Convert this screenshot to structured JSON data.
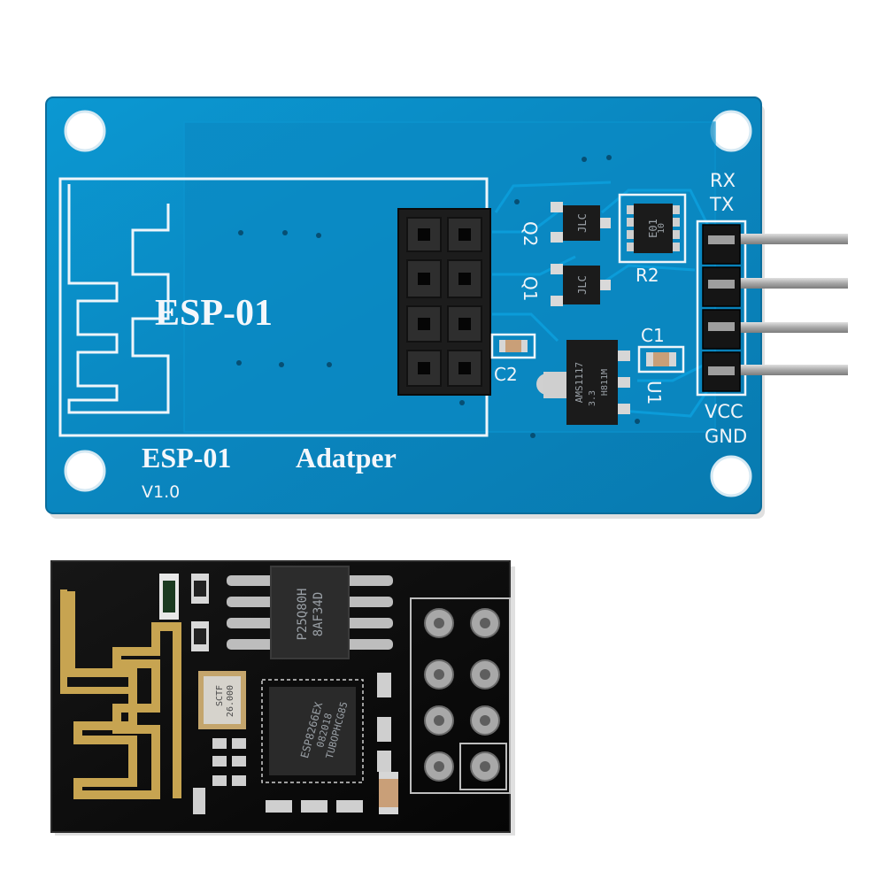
{
  "adapter_board": {
    "module_label": "ESP-01",
    "board_title": "ESP-01",
    "board_suffix": "Adatper",
    "version": "V1.0",
    "pin_labels": {
      "rx": "RX",
      "tx": "TX",
      "vcc": "VCC",
      "gnd": "GND"
    },
    "component_labels": {
      "q1": "Q1",
      "q2": "Q2",
      "r2": "R2",
      "c1": "C1",
      "c2": "C2",
      "u1": "U1"
    },
    "chip_markings": {
      "transistor": "JLC",
      "resistor_array": "E01",
      "regulator_line1": "AMS1117",
      "regulator_line2": "3.3",
      "regulator_line3": "H811M",
      "r2_marking": "10"
    }
  },
  "esp01_module": {
    "flash_chip_line1": "P25Q80H",
    "flash_chip_line2": "8AF34D",
    "soc_line1": "ESP8266EX",
    "soc_line2": "082018",
    "soc_line3": "TUBOPHCG85",
    "crystal_line1": "SCTF",
    "crystal_line2": "26.000"
  },
  "colors": {
    "adapter_pcb": "#0a8fc9",
    "adapter_pcb_edge": "#0b79ab",
    "module_pcb": "#0c0c0c",
    "gold": "#c7a451",
    "header_black": "#1a1a1a",
    "pin_metal": "#b9b9b9"
  }
}
